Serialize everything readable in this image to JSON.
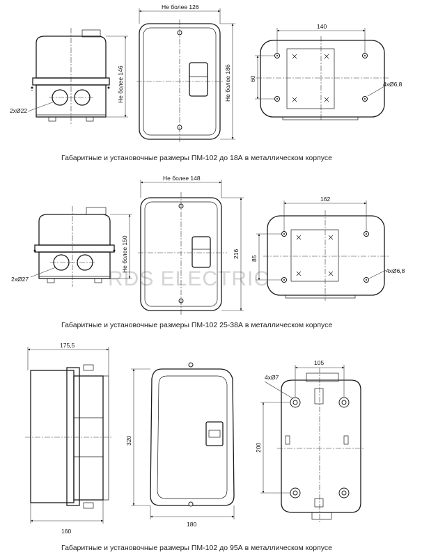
{
  "figures": [
    {
      "caption": "Габаритные и установочные размеры ПМ-102 до 18А в металлическом корпусе",
      "dims": {
        "front_width": "Не более 126",
        "side_height": "Не более 146",
        "front_height": "Не более 186",
        "base_width": "140",
        "base_height": "60",
        "base_holes": "4xØ6,8",
        "entry_holes": "2xØ22"
      }
    },
    {
      "caption": "Габаритные и установочные размеры ПМ-102 25-38А в металлическом корпусе",
      "dims": {
        "front_width": "Не более 148",
        "side_height": "Не более 150",
        "front_height": "216",
        "base_width": "162",
        "base_height": "85",
        "base_holes": "4xØ6,8",
        "entry_holes": "2xØ27"
      }
    },
    {
      "caption": "Габаритные и установочные размеры ПМ-102 до 95А в металлическом корпусе",
      "dims": {
        "side_top_width": "175,5",
        "side_bottom_width": "160",
        "front_height": "320",
        "front_width": "180",
        "base_width": "105",
        "base_holes": "4xØ7",
        "base_height": "200"
      }
    }
  ],
  "watermark": "RDS ELECTRIC"
}
